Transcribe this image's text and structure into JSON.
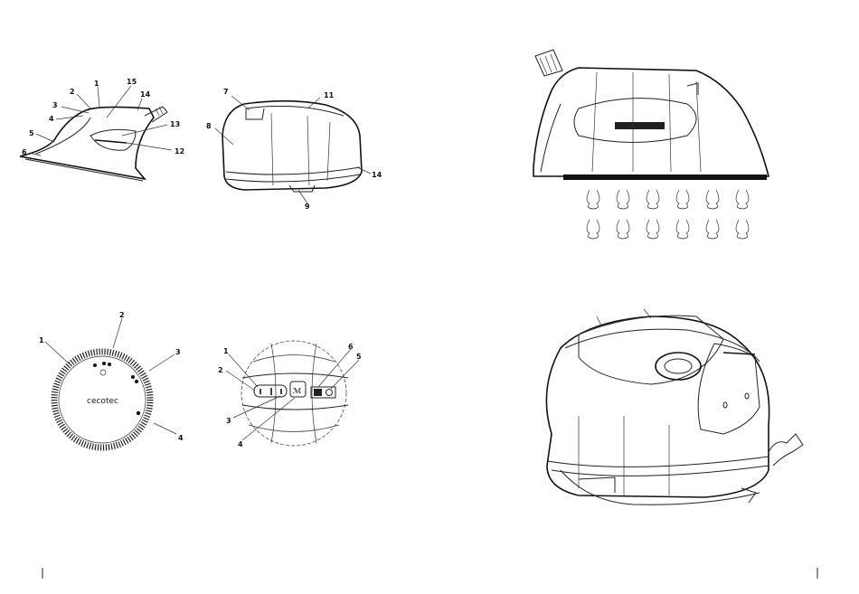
{
  "brand": {
    "logo_text": "cecotec"
  },
  "figure_iron_side": {
    "callouts": [
      "1",
      "15",
      "14",
      "13",
      "12",
      "2",
      "3",
      "4",
      "5",
      "6"
    ]
  },
  "figure_base_station": {
    "callouts": [
      "7",
      "11",
      "8",
      "14",
      "9"
    ]
  },
  "figure_dial": {
    "callouts": [
      "1",
      "2",
      "3",
      "4"
    ]
  },
  "figure_control_panel": {
    "callouts": [
      "1",
      "2",
      "3",
      "4",
      "5",
      "6"
    ]
  }
}
